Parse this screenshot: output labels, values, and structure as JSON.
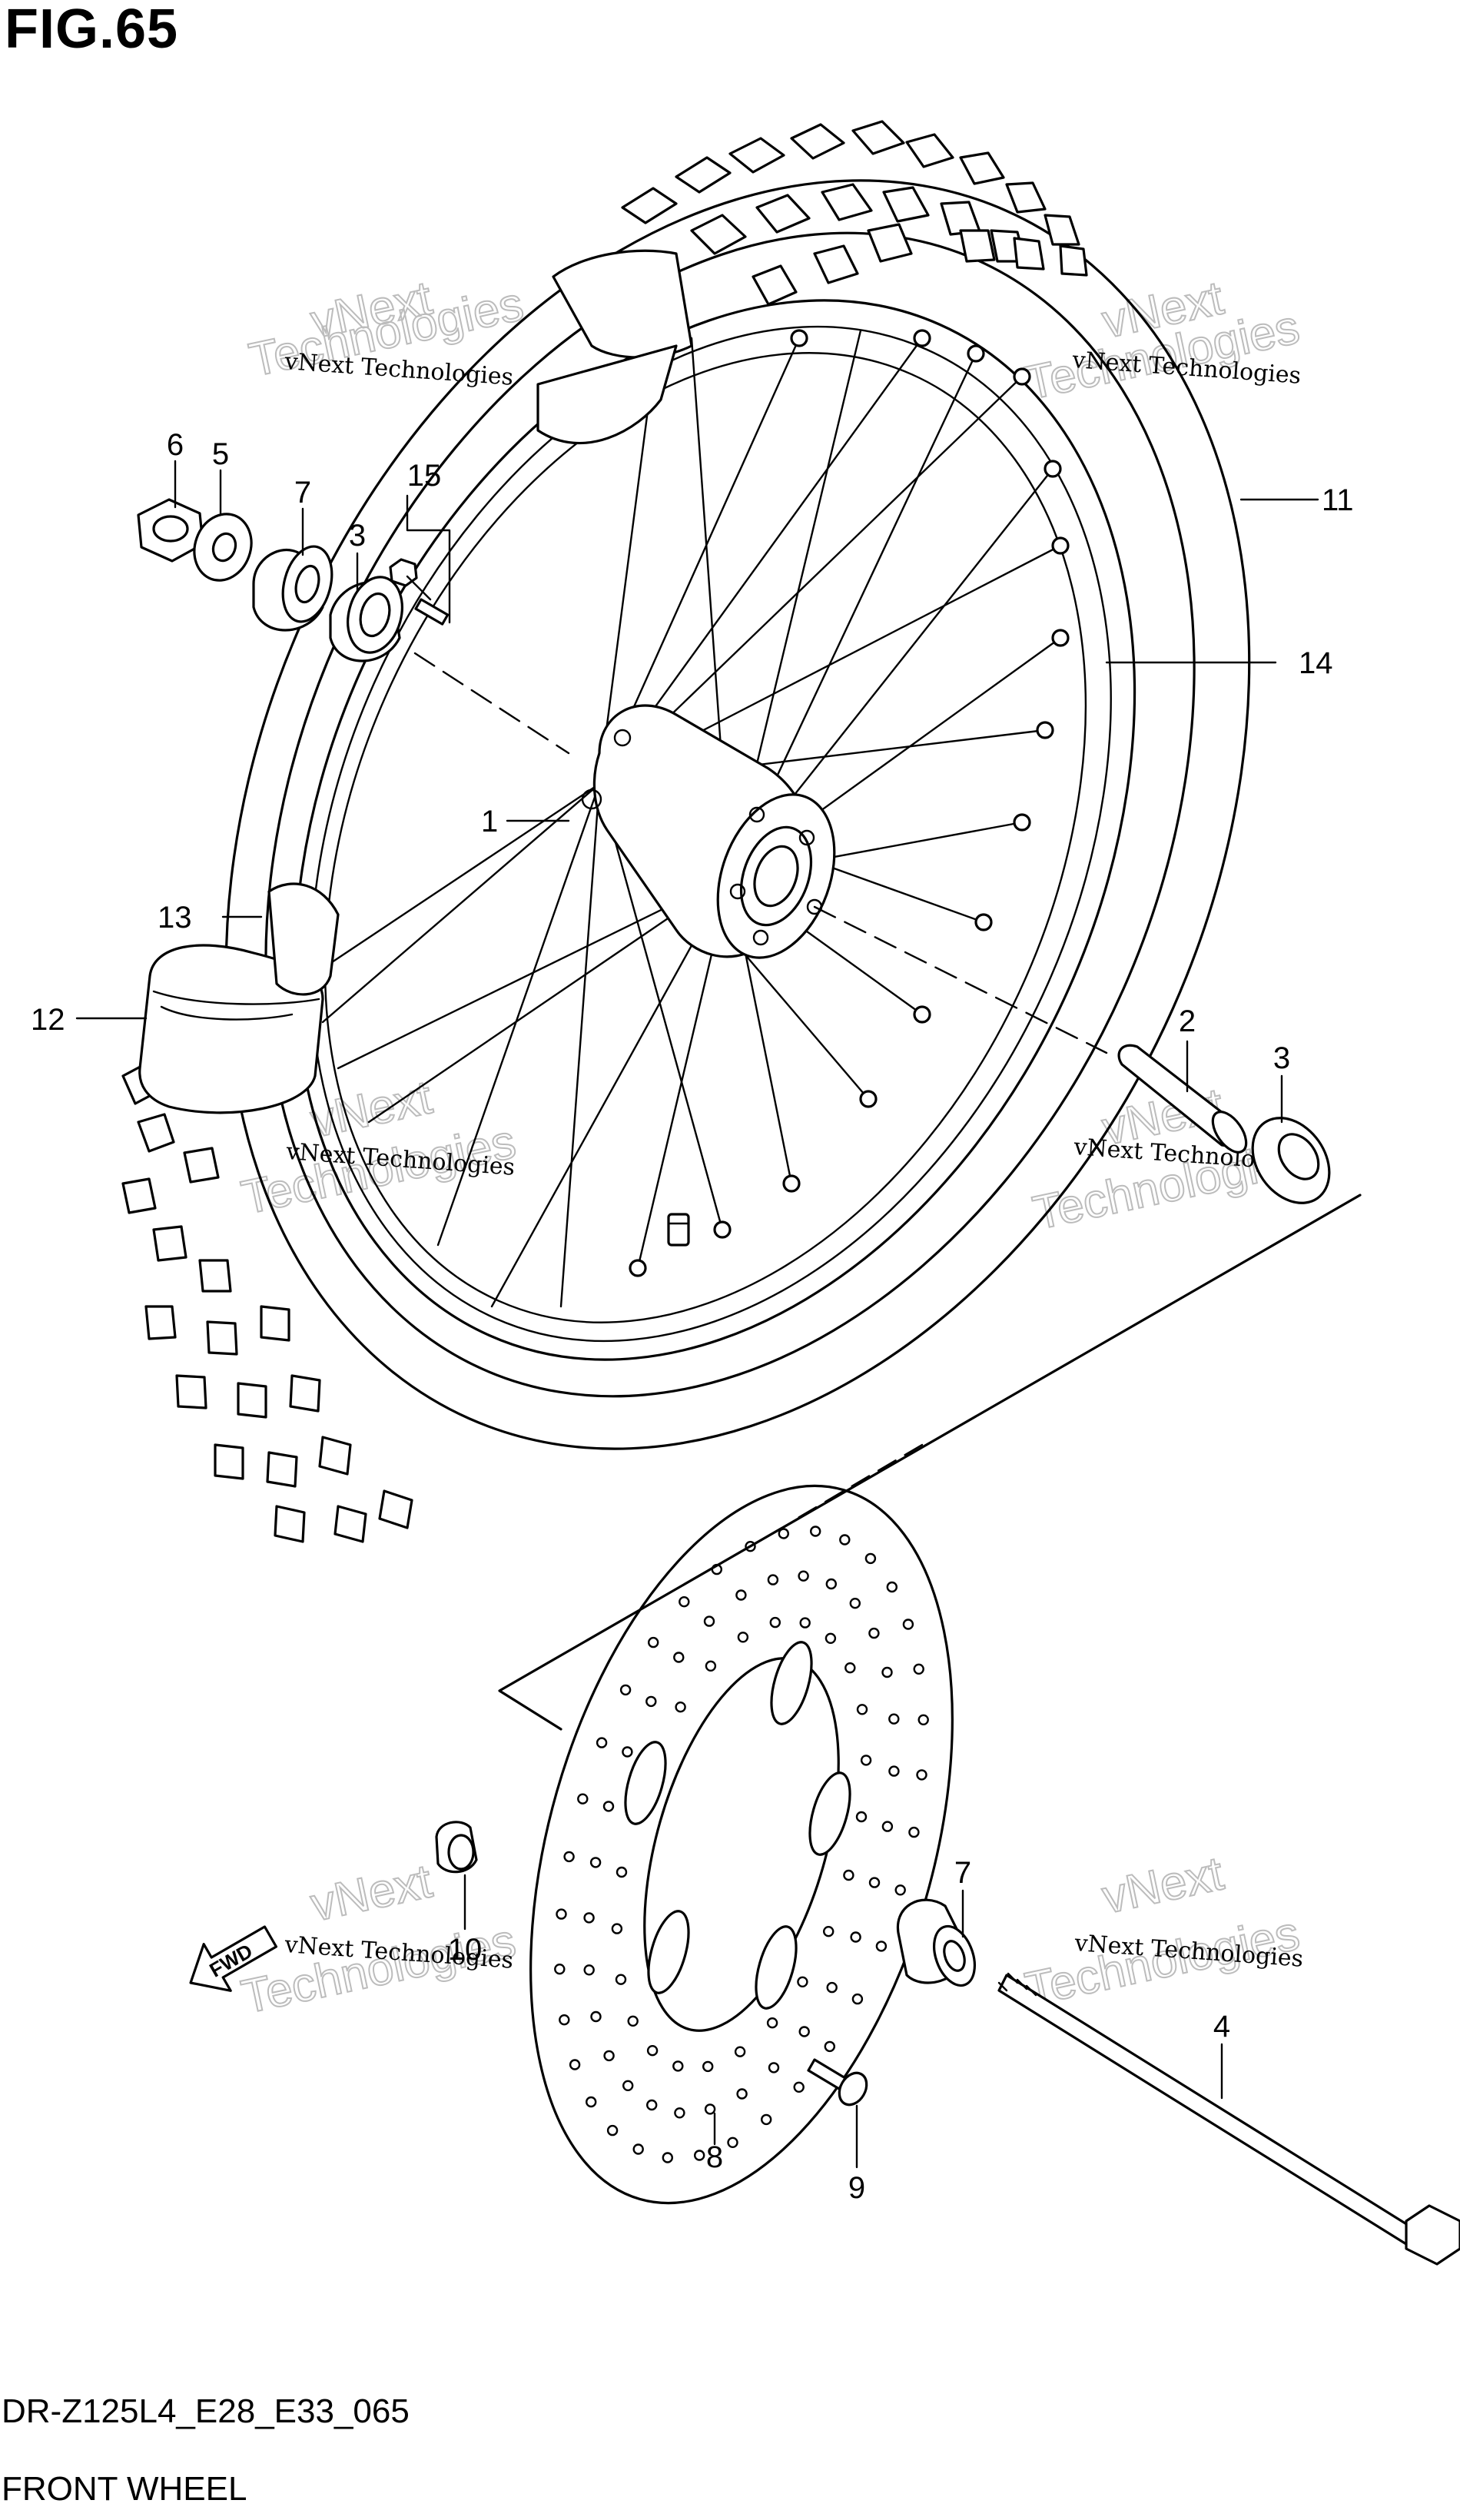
{
  "figure": {
    "title": "FIG.65",
    "code": "DR-Z125L4_E28_E33_065",
    "name": "FRONT WHEEL"
  },
  "watermark": {
    "line1": "vNext Technologies",
    "line2a": "vNext",
    "line2b": "Technologies"
  },
  "fwd_label": "FWD",
  "callouts": [
    {
      "id": "callout-6",
      "text": "6"
    },
    {
      "id": "callout-5",
      "text": "5"
    },
    {
      "id": "callout-7a",
      "text": "7"
    },
    {
      "id": "callout-3a",
      "text": "3"
    },
    {
      "id": "callout-15",
      "text": "15"
    },
    {
      "id": "callout-11",
      "text": "11"
    },
    {
      "id": "callout-14",
      "text": "14"
    },
    {
      "id": "callout-1",
      "text": "1"
    },
    {
      "id": "callout-13",
      "text": "13"
    },
    {
      "id": "callout-12",
      "text": "12"
    },
    {
      "id": "callout-2",
      "text": "2"
    },
    {
      "id": "callout-3b",
      "text": "3"
    },
    {
      "id": "callout-7b",
      "text": "7"
    },
    {
      "id": "callout-10",
      "text": "10"
    },
    {
      "id": "callout-4",
      "text": "4"
    },
    {
      "id": "callout-8",
      "text": "8"
    },
    {
      "id": "callout-9",
      "text": "9"
    }
  ],
  "colors": {
    "line": "#000000",
    "background": "#ffffff",
    "watermark": "#bcbcbc"
  }
}
